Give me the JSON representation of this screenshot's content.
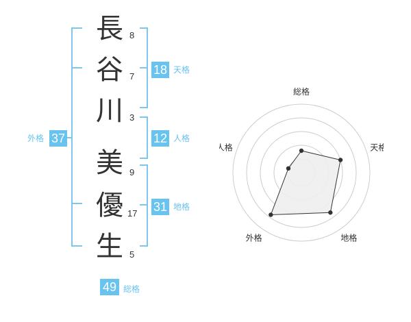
{
  "name": {
    "chars": [
      {
        "char": "長",
        "strokes": "8"
      },
      {
        "char": "谷",
        "strokes": "7"
      },
      {
        "char": "川",
        "strokes": "3"
      },
      {
        "char": "美",
        "strokes": "9"
      },
      {
        "char": "優",
        "strokes": "17"
      },
      {
        "char": "生",
        "strokes": "5"
      }
    ]
  },
  "kaku": {
    "tenkaku": {
      "value": "18",
      "label": "天格"
    },
    "jinkaku": {
      "value": "12",
      "label": "人格"
    },
    "chikaku": {
      "value": "31",
      "label": "地格"
    },
    "gaikaku": {
      "value": "37",
      "label": "外格"
    },
    "soukaku": {
      "value": "49",
      "label": "総格"
    }
  },
  "colors": {
    "accent": "#69c3ef",
    "bracket": "#7dc6ef",
    "text": "#333333"
  },
  "chart_data": {
    "type": "radar",
    "axes": [
      "総格",
      "天格",
      "地格",
      "外格",
      "人格"
    ],
    "values": [
      1.6,
      3.0,
      3.6,
      3.8,
      1.0
    ],
    "range": [
      0,
      5
    ],
    "rings": 5
  }
}
